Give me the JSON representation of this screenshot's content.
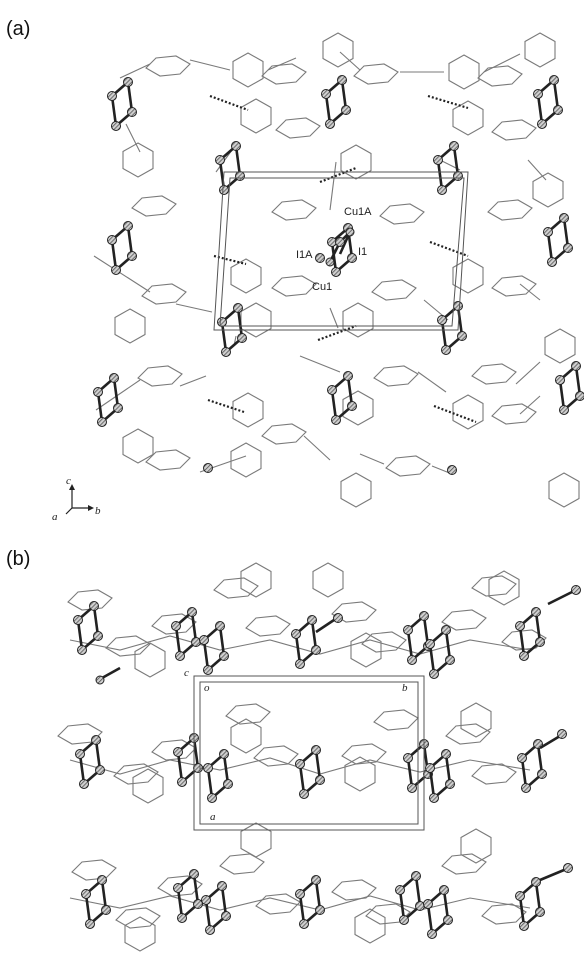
{
  "panels": [
    {
      "id": "a",
      "label": "(a)"
    },
    {
      "id": "b",
      "label": "(b)"
    }
  ],
  "atom_labels": {
    "cu1a": "Cu1A",
    "i1": "I1",
    "i1a": "I1A",
    "cu1": "Cu1"
  },
  "axes_a": {
    "c": "c",
    "a": "a",
    "b": "b"
  },
  "cell_b": {
    "c": "c",
    "o": "o",
    "b": "b",
    "a": "a"
  },
  "colors": {
    "bond": "#7a7a7a",
    "bold_bond": "#222222",
    "atom_fill": "#9a9a9a"
  }
}
